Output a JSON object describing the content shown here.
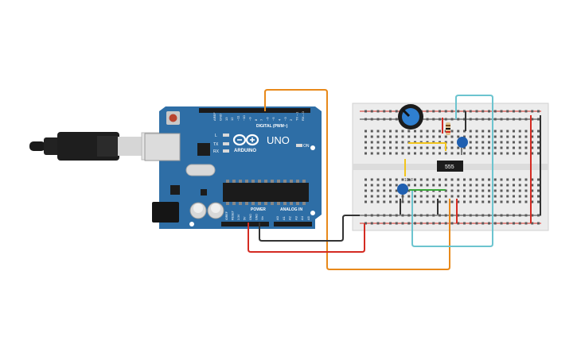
{
  "board": {
    "model": "UNO",
    "brand": "ARDUINO",
    "digital_header": "DIGITAL (PWM~)",
    "power_header": "POWER",
    "analog_header": "ANALOG IN",
    "on_label": "ON",
    "led_labels": [
      "L",
      "TX",
      "RX"
    ],
    "top_pins": [
      "AREF",
      "GND",
      "13",
      "12",
      "~11",
      "~10",
      "~9",
      "8",
      "7",
      "~6",
      "~5",
      "4",
      "~3",
      "2",
      "TX→1",
      "RX←0"
    ],
    "power_pins": [
      "IOREF",
      "RESET",
      "3.3V",
      "5V",
      "GND",
      "GND",
      "Vin"
    ],
    "analog_pins": [
      "A0",
      "A1",
      "A2",
      "A3",
      "A4",
      "A5"
    ]
  },
  "chip": {
    "label": "555"
  },
  "capacitor": {
    "label": "10nF"
  },
  "colors": {
    "board_blue": "#2e6ea6",
    "wire_orange": "#e8891a",
    "wire_red": "#d42b22",
    "wire_black": "#333333",
    "wire_cyan": "#6cc4cf",
    "wire_yellow": "#f2c41c",
    "wire_green": "#3aa83a",
    "breadboard": "#ececec"
  },
  "icons": [
    "usb-cable-icon",
    "arduino-logo-icon",
    "potentiometer-icon",
    "capacitor-icon",
    "resistor-icon",
    "ic-chip-icon"
  ]
}
